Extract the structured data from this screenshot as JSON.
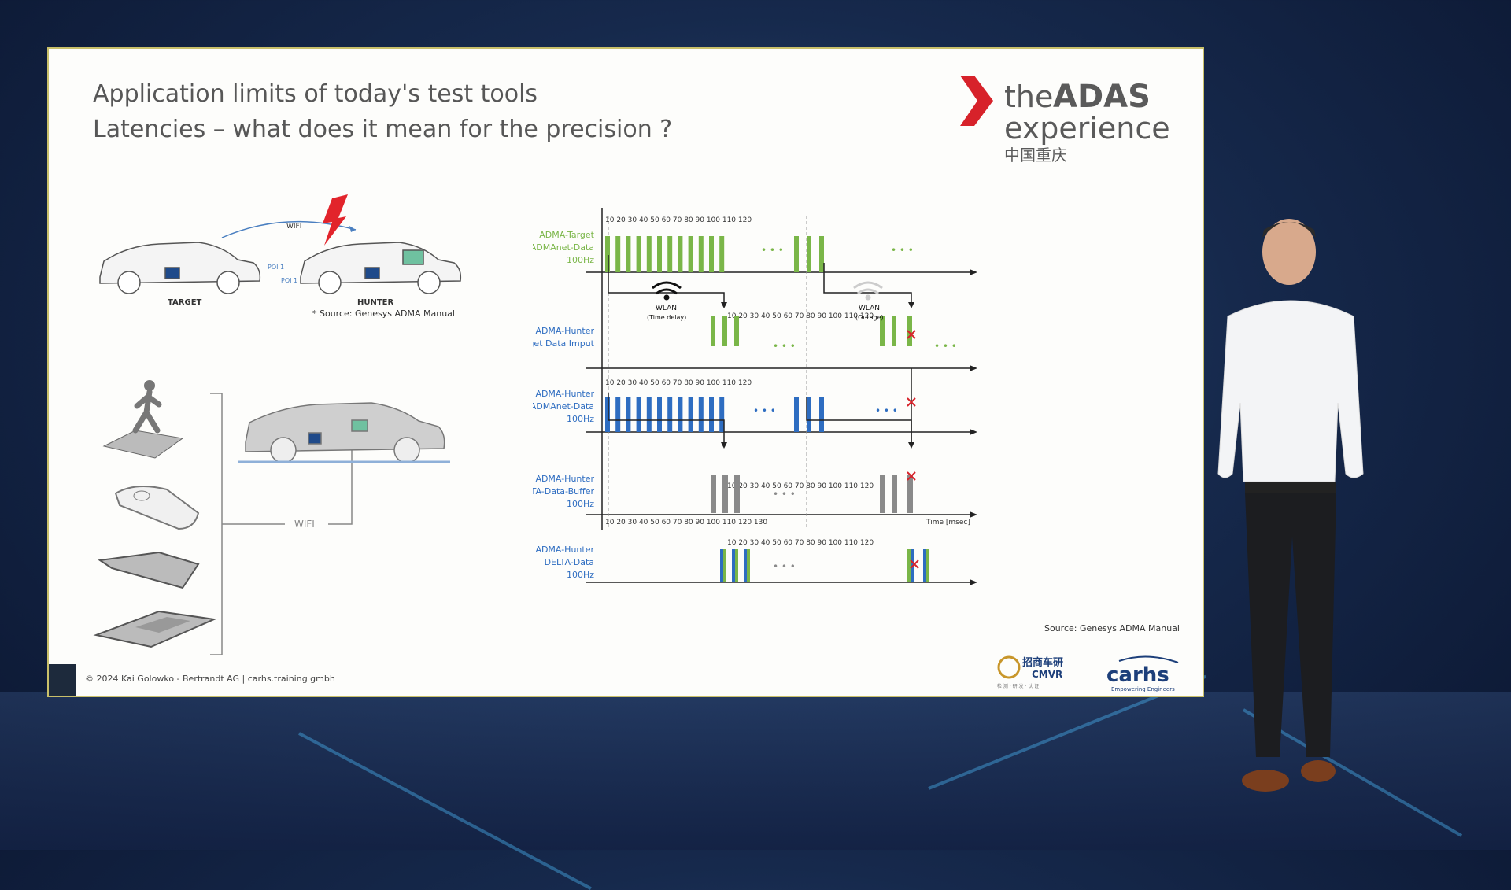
{
  "slide": {
    "title_line1": "Application limits of today's test tools",
    "title_line2": "Latencies – what does it mean for the precision ?",
    "footer": "© 2024 Kai Golowko - Bertrandt AG | carhs.training gmbh",
    "source_bottom": "Source: Genesys ADMA Manual"
  },
  "logo": {
    "word_the": "the",
    "word_adas": "ADAS",
    "word_experience": "experience",
    "chinese": "中国重庆"
  },
  "left_diagram": {
    "wifi": "WIFI",
    "target": "TARGET",
    "hunter": "HUNTER",
    "poi1": "POI 1",
    "poi1b": "POI 1",
    "source": "* Source: Genesys ADMA Manual",
    "wifi_bottom": "WIFI"
  },
  "timing": {
    "row1": [
      "ADMA-Target",
      "ADMAnet-Data",
      "100Hz"
    ],
    "row2": [
      "ADMA-Hunter",
      "Target Data Imput"
    ],
    "row3": [
      "ADMA-Hunter",
      "ADMAnet-Data",
      "100Hz"
    ],
    "row4": [
      "ADMA-Hunter",
      "DELTA-Data-Buffer",
      "100Hz"
    ],
    "row5": [
      "ADMA-Hunter",
      "DELTA-Data",
      "100Hz"
    ],
    "ticks_row1": "10  20  30  40  50  60  70  80  90  100 110 120",
    "ticks_row2": "10  20  30  40  50  60  70  80  90  100 110 120",
    "ticks_row3": "10  20  30  40  50  60  70  80  90  100 110 120",
    "ticks_row4": "10  20  30  40  50  60  70  80  90  100 110 120",
    "ticks_row5": "10  20  30  40  50  60  70  80  90   100 110 120",
    "ticks_axis": "10  20  30  40  50  60  70  80  90  100 110 120 130",
    "wlan1": "WLAN",
    "wlan1_sub": "(Time delay)",
    "wlan2": "WLAN",
    "wlan2_sub": "(Outage)",
    "time_label": "Time [msec]",
    "dots": "• • •"
  },
  "partners": {
    "cmvr_cn": "招商车研",
    "cmvr": "CMVR",
    "cmvr_sub": "检 测 · 研 发 · 认 证",
    "carhs": "carhs",
    "carhs_sub": "Empowering Engineers"
  },
  "colors": {
    "green": "#7ab648",
    "blue": "#2e6dc1",
    "gray": "#8a8a8a",
    "red": "#d7222a"
  }
}
